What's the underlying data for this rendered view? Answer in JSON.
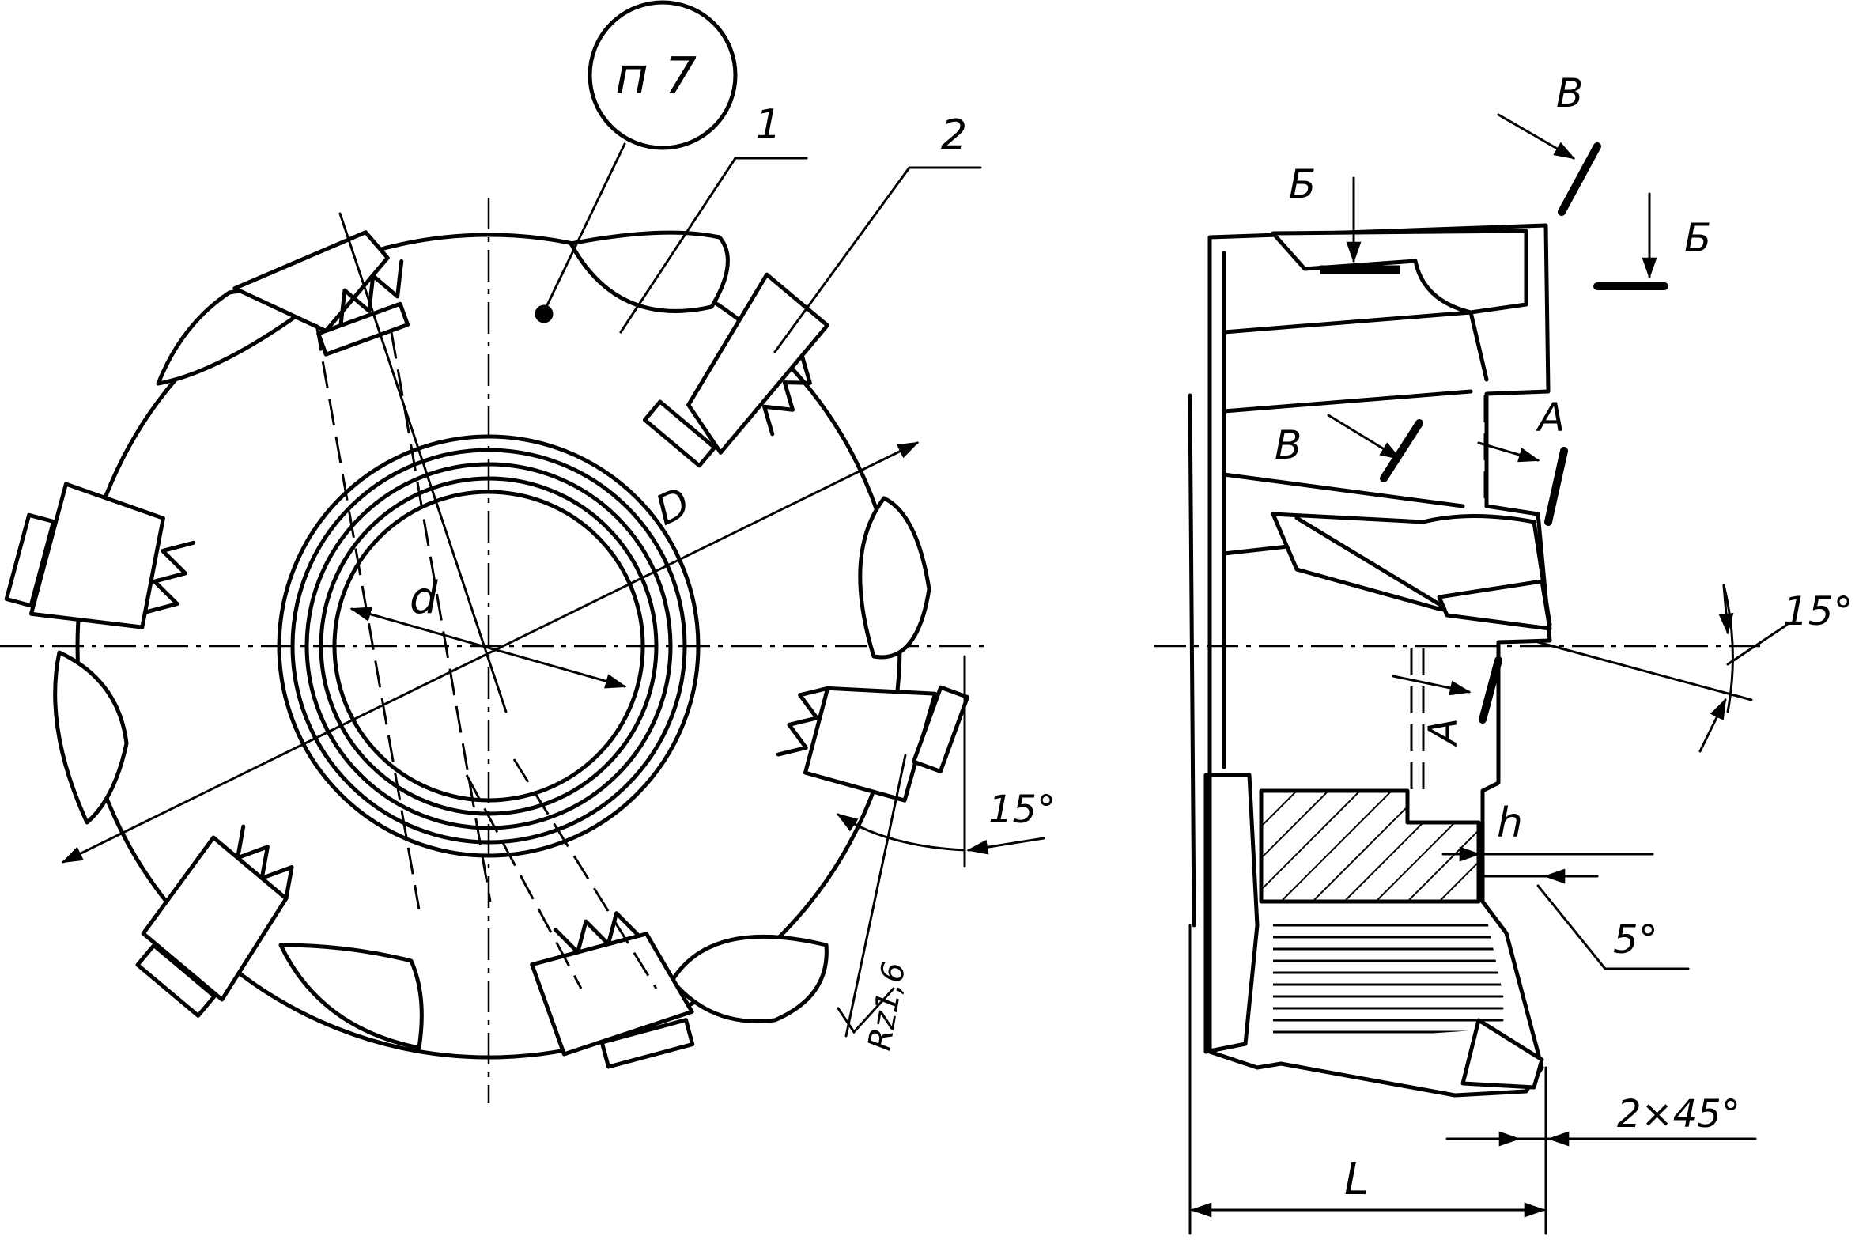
{
  "front_view": {
    "note_label": "п 7",
    "part_callouts": [
      "1",
      "2"
    ],
    "dimensions": {
      "outer_diameter": "D",
      "bore_diameter": "d",
      "angle": "15°",
      "roughness": "Rz1,6"
    }
  },
  "side_view": {
    "section_markers": {
      "b": "Б",
      "v": "В",
      "a": "А"
    },
    "dimensions": {
      "angle_top": "15°",
      "angle_small": "5°",
      "height": "h",
      "chamfer": "2×45°",
      "length": "L"
    }
  }
}
